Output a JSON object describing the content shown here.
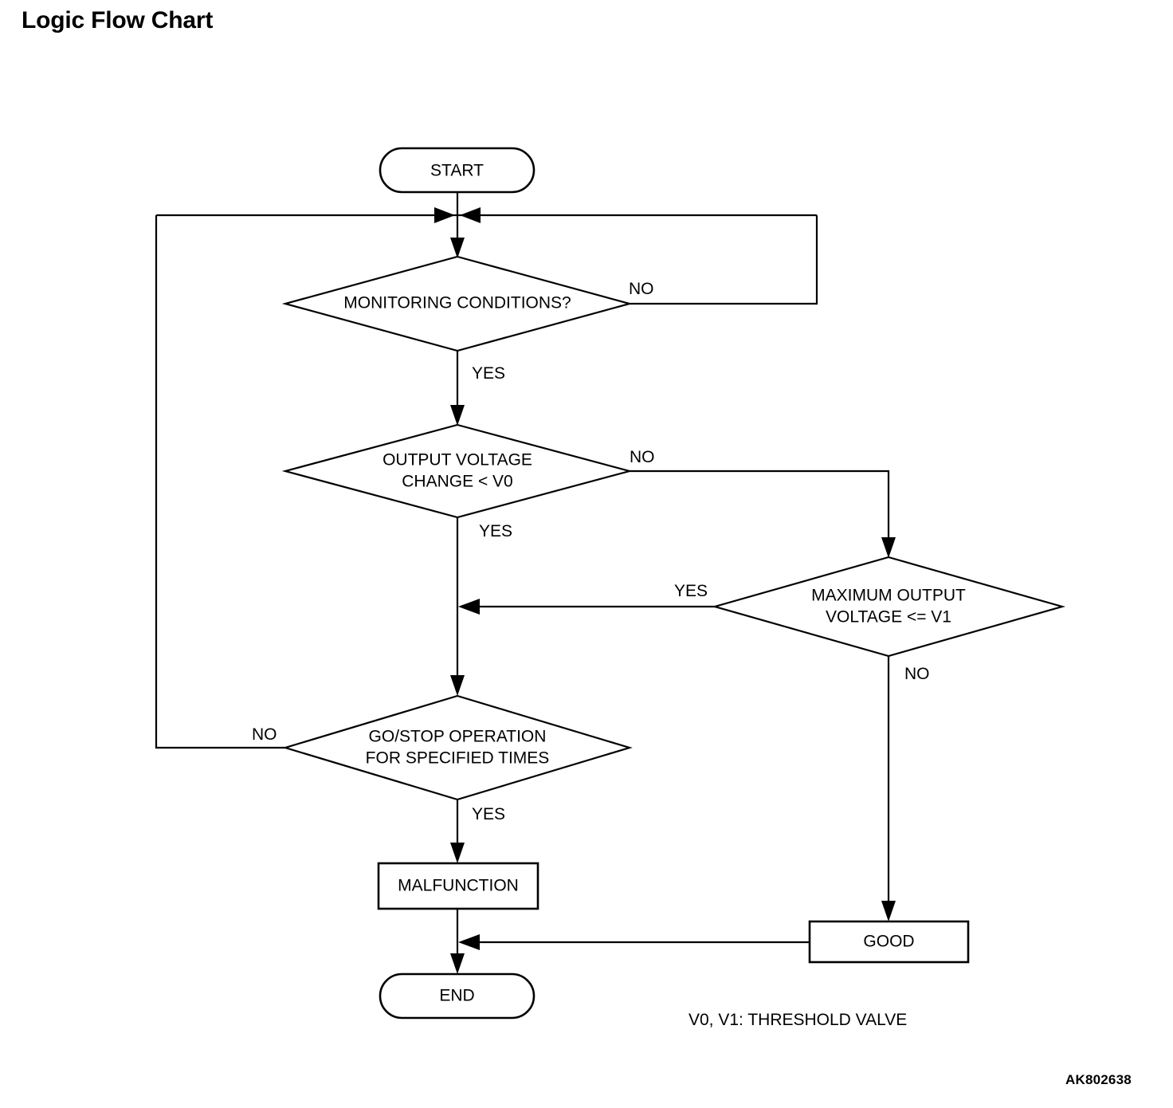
{
  "page": {
    "title": "Logic Flow Chart",
    "reference_code": "AK802638",
    "background_color": "#ffffff",
    "line_color": "#000000"
  },
  "chart_data": {
    "type": "diagram",
    "diagram_kind": "flowchart",
    "title": "Logic Flow Chart",
    "nodes": [
      {
        "id": "start",
        "shape": "stadium",
        "label": "START"
      },
      {
        "id": "d1",
        "shape": "diamond",
        "label": "MONITORING CONDITIONS?",
        "lines": [
          "MONITORING CONDITIONS?"
        ]
      },
      {
        "id": "d2",
        "shape": "diamond",
        "label": "OUTPUT VOLTAGE CHANGE < V0",
        "lines": [
          "OUTPUT VOLTAGE",
          "CHANGE < V0"
        ]
      },
      {
        "id": "d3",
        "shape": "diamond",
        "label": "MAXIMUM OUTPUT VOLTAGE <= V1",
        "lines": [
          "MAXIMUM OUTPUT",
          "VOLTAGE <= V1"
        ]
      },
      {
        "id": "d4",
        "shape": "diamond",
        "label": "GO/STOP OPERATION FOR SPECIFIED TIMES",
        "lines": [
          "GO/STOP OPERATION",
          "FOR SPECIFIED TIMES"
        ]
      },
      {
        "id": "malfunction",
        "shape": "rectangle",
        "label": "MALFUNCTION"
      },
      {
        "id": "good",
        "shape": "rectangle",
        "label": "GOOD"
      },
      {
        "id": "end",
        "shape": "stadium",
        "label": "END"
      }
    ],
    "edges": [
      {
        "from": "start",
        "to": "d1",
        "label": ""
      },
      {
        "from": "d1",
        "to": "d1",
        "label": "NO",
        "route": "right-up-loop"
      },
      {
        "from": "d1",
        "to": "d2",
        "label": "YES"
      },
      {
        "from": "d2",
        "to": "d3",
        "label": "NO",
        "route": "right-down"
      },
      {
        "from": "d2",
        "to": "d4",
        "label": "YES"
      },
      {
        "from": "d3",
        "to": "d4",
        "label": "YES",
        "route": "left-merge"
      },
      {
        "from": "d3",
        "to": "good",
        "label": "NO"
      },
      {
        "from": "d4",
        "to": "d1",
        "label": "NO",
        "route": "left-up-loop"
      },
      {
        "from": "d4",
        "to": "malfunction",
        "label": "YES"
      },
      {
        "from": "malfunction",
        "to": "end",
        "label": ""
      },
      {
        "from": "good",
        "to": "end",
        "label": "",
        "route": "left-merge"
      }
    ],
    "legend": "V0, V1: THRESHOLD VALVE"
  },
  "nodes": {
    "start": {
      "label": "START"
    },
    "monitoring": {
      "line1": "MONITORING CONDITIONS?"
    },
    "output_voltage": {
      "line1": "OUTPUT VOLTAGE",
      "line2": "CHANGE < V0"
    },
    "maximum_output": {
      "line1": "MAXIMUM OUTPUT",
      "line2": "VOLTAGE <= V1"
    },
    "go_stop": {
      "line1": "GO/STOP OPERATION",
      "line2": "FOR SPECIFIED TIMES"
    },
    "malfunction": {
      "label": "MALFUNCTION"
    },
    "good": {
      "label": "GOOD"
    },
    "end": {
      "label": "END"
    }
  },
  "branch_labels": {
    "d1_no": "NO",
    "d1_yes": "YES",
    "d2_no": "NO",
    "d2_yes": "YES",
    "d3_yes": "YES",
    "d3_no": "NO",
    "d4_no": "NO",
    "d4_yes": "YES"
  },
  "legend": {
    "threshold_note": "V0, V1: THRESHOLD VALVE"
  }
}
